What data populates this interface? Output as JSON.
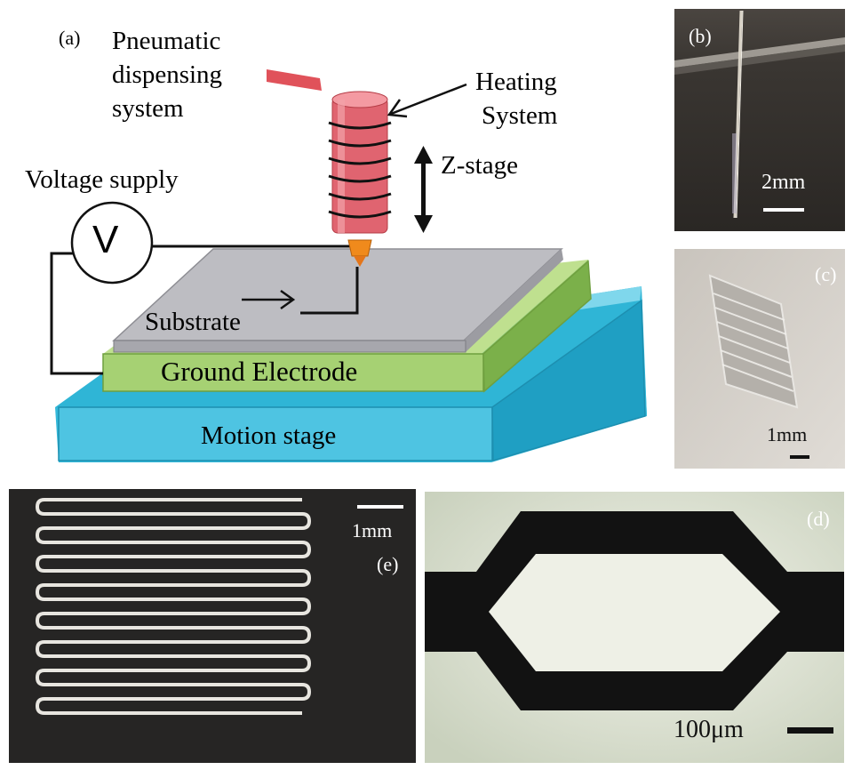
{
  "panel_a": {
    "label": "(a)",
    "pneumatic": [
      "Pneumatic",
      "dispensing",
      "system"
    ],
    "heating": [
      "Heating",
      "System"
    ],
    "zstage": "Z-stage",
    "voltage": "Voltage supply",
    "v_symbol": "V",
    "substrate": "Substrate",
    "ground": "Ground Electrode",
    "motion": "Motion stage",
    "colors": {
      "nozzle": "#e0525a",
      "substrate": "#c5c5c9",
      "electrode": "#a6cf74",
      "motion_stage": "#3dbfdd",
      "tip": "#f08a1c"
    }
  },
  "panel_b": {
    "label": "(b)",
    "scale": "2mm"
  },
  "panel_c": {
    "label": "(c)",
    "scale": "1mm"
  },
  "panel_d": {
    "label": "(d)",
    "scale": "100μm"
  },
  "panel_e": {
    "label": "(e)",
    "scale": "1mm"
  }
}
